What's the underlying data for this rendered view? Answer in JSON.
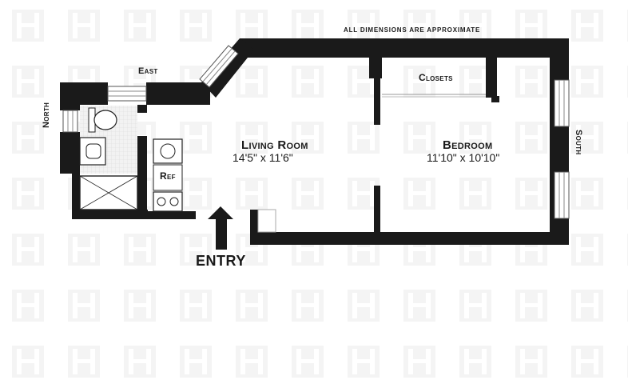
{
  "floorplan": {
    "note": "ALL DIMENSIONS ARE APPROXIMATE",
    "compass": {
      "east": "East",
      "north": "North",
      "south": "South"
    },
    "rooms": {
      "living_room": {
        "name": "Living Room",
        "dimensions": "14'5\" x 11'6\""
      },
      "bedroom": {
        "name": "Bedroom",
        "dimensions": "11'10\" x 10'10\""
      },
      "closets": {
        "name": "Closets"
      },
      "ref": {
        "name": "Ref"
      }
    },
    "entry": {
      "label": "ENTRY"
    }
  },
  "colors": {
    "wall": "#1a1a1a",
    "window": "#cfcfcf",
    "watermark": "#f3f3f3",
    "bath_floor": "#eeeeee"
  }
}
